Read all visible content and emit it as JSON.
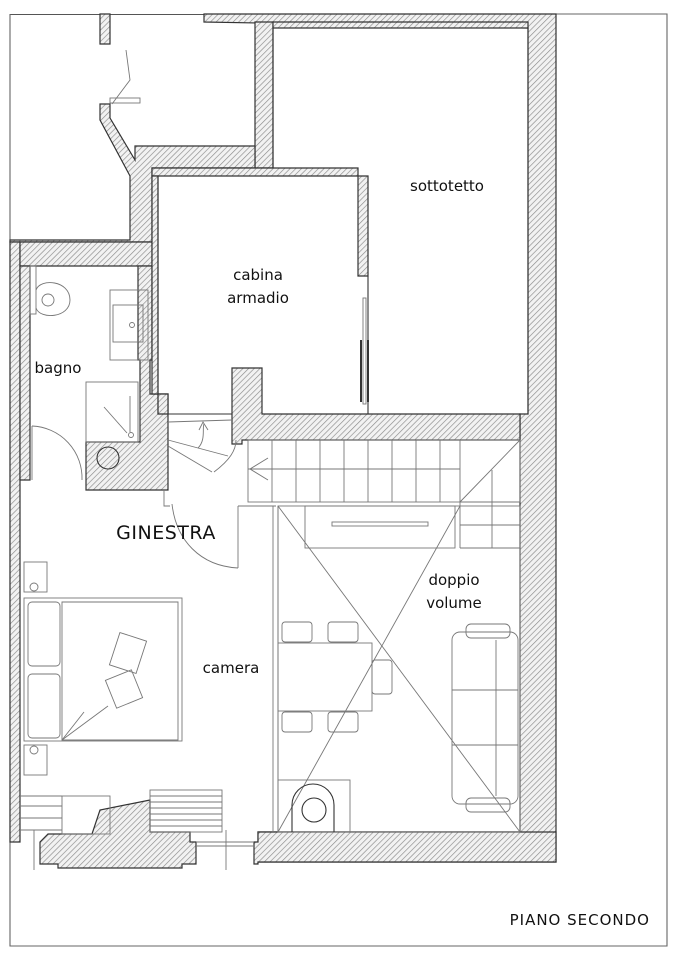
{
  "drawing": {
    "title": "PIANO SECONDO",
    "apartment_name": "GINESTRA",
    "rooms": {
      "sottotetto": "sottotetto",
      "cabina_line1": "cabina",
      "cabina_line2": "armadio",
      "bagno": "bagno",
      "camera": "camera",
      "doppio_line1": "doppio",
      "doppio_line2": "volume"
    },
    "colors": {
      "wall_hatch": "#8a8a8a",
      "line": "#333333",
      "background": "#ffffff"
    }
  }
}
